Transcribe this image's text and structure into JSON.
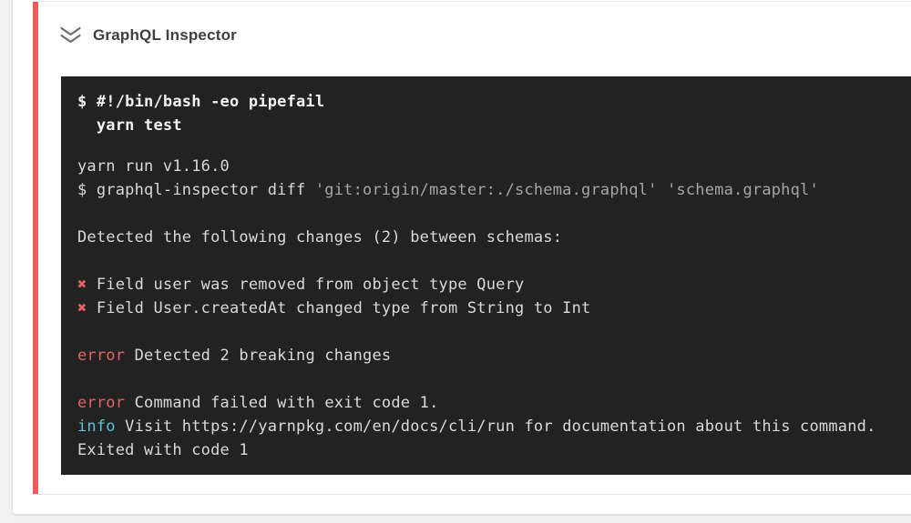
{
  "header": {
    "title": "GraphQL Inspector",
    "icon": "double-chevron-down-icon"
  },
  "theme": {
    "page_bg": "#f1f1f1",
    "card_bg": "#ffffff",
    "failure_stripe": "#e85c5c",
    "divider": "#e2e2e2",
    "title_color": "#3e3e3e",
    "chevron_color": "#6e6e6e"
  },
  "terminal": {
    "palette": {
      "bg": "#222222",
      "bright": "#f2f2f2",
      "fg": "#d9d9d9",
      "dim": "#a5a5a5",
      "red": "#e46262",
      "cyan": "#5cc3d5"
    },
    "command_lines": [
      "$ #!/bin/bash -eo pipefail",
      "  yarn test"
    ],
    "output_lines": [
      [
        {
          "t": "yarn run v1.16.0",
          "c": "fg"
        }
      ],
      [
        {
          "t": "$ graphql-inspector diff ",
          "c": "fg"
        },
        {
          "t": "'git:origin/master:./schema.graphql' 'schema.graphql'",
          "c": "dim"
        }
      ],
      [],
      [
        {
          "t": "Detected the following changes (2) between schemas:",
          "c": "fg"
        }
      ],
      [],
      [
        {
          "t": "✖",
          "c": "red"
        },
        {
          "t": " Field user was removed from object type Query",
          "c": "fg"
        }
      ],
      [
        {
          "t": "✖",
          "c": "red"
        },
        {
          "t": " Field User.createdAt changed type from String to Int",
          "c": "fg"
        }
      ],
      [],
      [
        {
          "t": "error",
          "c": "red"
        },
        {
          "t": " Detected 2 breaking changes",
          "c": "fg"
        }
      ],
      [],
      [
        {
          "t": "error",
          "c": "red"
        },
        {
          "t": " Command failed with exit code 1.",
          "c": "fg"
        }
      ],
      [
        {
          "t": "info",
          "c": "cyan"
        },
        {
          "t": " Visit https://yarnpkg.com/en/docs/cli/run for documentation about this command.",
          "c": "fg"
        }
      ],
      [
        {
          "t": "Exited with code 1",
          "c": "fg"
        }
      ]
    ]
  }
}
